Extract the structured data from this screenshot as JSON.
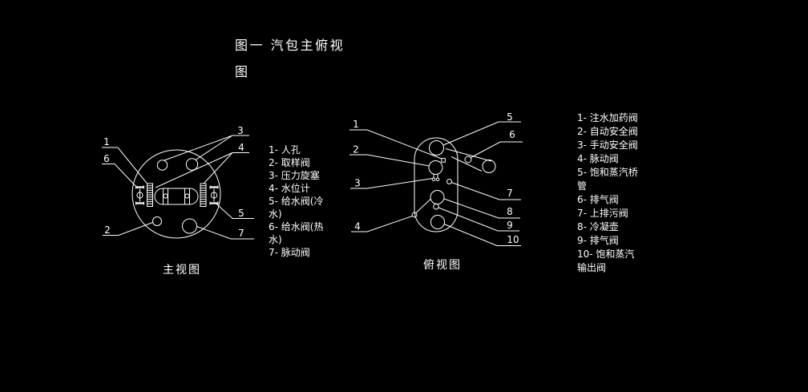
{
  "colors": {
    "background": "#000000",
    "line": "#ffffff"
  },
  "title": "图一 汽包主俯视\n图",
  "main_view": {
    "label": "主视图",
    "callouts": {
      "c1": "1",
      "c2": "2",
      "c3": "3",
      "c4": "4",
      "c5": "5",
      "c6": "6",
      "c7": "7"
    },
    "legend": [
      "1- 人孔",
      "2- 取样阀",
      "3- 压力旋塞",
      "4- 水位计",
      "5- 给水阀(冷\n水)",
      "6- 给水阀(热\n水)",
      "7- 脉动阀"
    ]
  },
  "top_view": {
    "label": "俯视图",
    "callouts": {
      "c1": "1",
      "c2": "2",
      "c3": "3",
      "c4": "4",
      "c5": "5",
      "c6": "6",
      "c7": "7",
      "c8": "8",
      "c9": "9",
      "c10": "10"
    },
    "legend": [
      "1- 注水加药阀",
      "2- 自动安全阀",
      "3- 手动安全阀",
      "4- 脉动阀",
      "5- 饱和蒸汽桥\n管",
      "6- 排气阀",
      "7- 上排污阀",
      "8- 冷凝壶",
      "9- 排气阀",
      "10- 饱和蒸汽\n输出阀"
    ]
  }
}
